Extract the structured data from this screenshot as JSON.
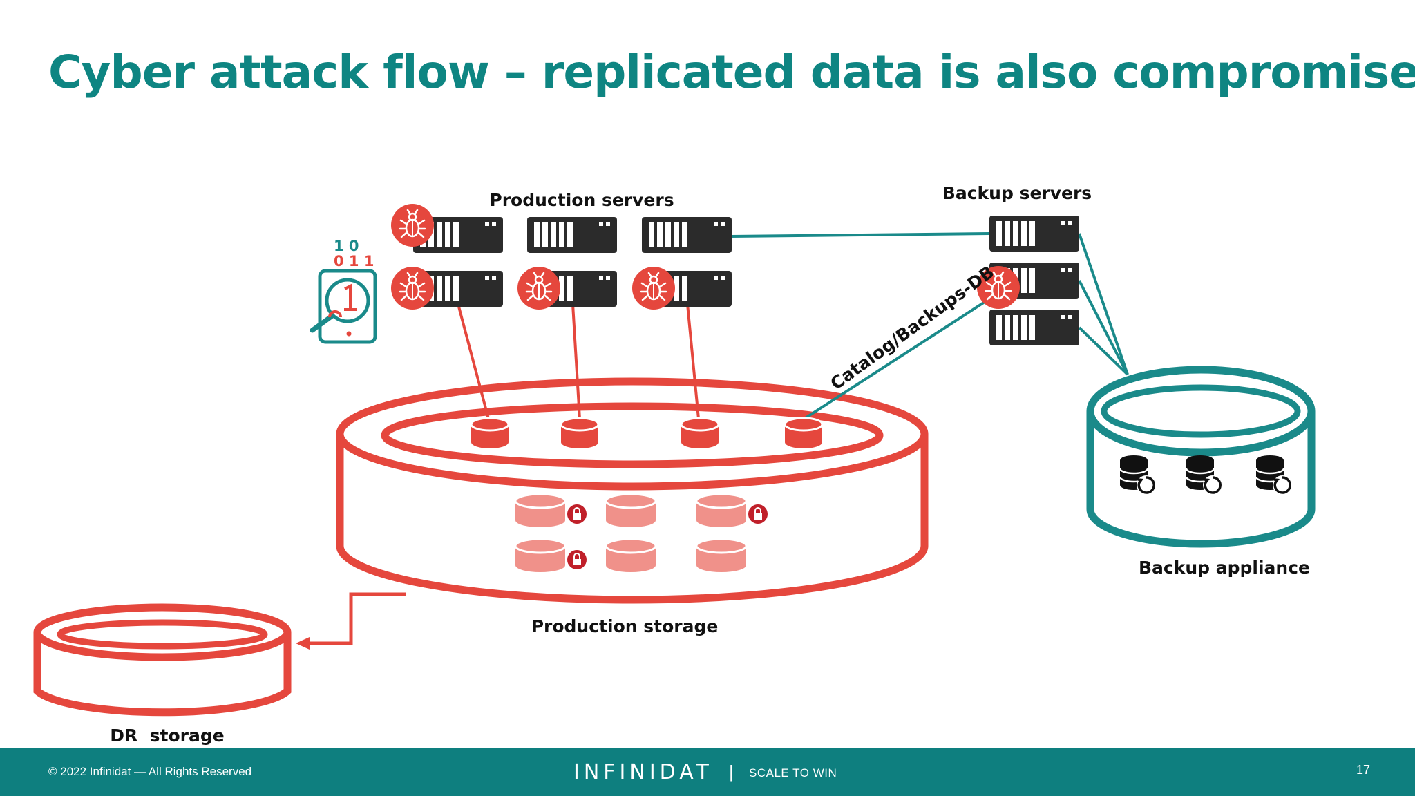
{
  "slide": {
    "title": "Cyber attack flow – replicated data is also compromised",
    "page_number": "17"
  },
  "labels": {
    "production_servers": "Production servers",
    "backup_servers": "Backup servers",
    "catalog_link": "Catalog/Backups-DB",
    "production_storage": "Production storage",
    "backup_appliance": "Backup appliance",
    "dr_storage": "DR  storage"
  },
  "ransomware_icon": {
    "binary_top": "1 0",
    "binary_bottom": "0 1 1"
  },
  "footer": {
    "copyright": "© 2022 Infinidat — All Rights Reserved",
    "brand": "INFINIDAT",
    "separator": "|",
    "tagline": "SCALE TO WIN"
  },
  "colors": {
    "title": "#0e8582",
    "compromised": "#e5473d",
    "backup": "#1a8a8a",
    "server": "#2b2b2b",
    "locked_volume": "#f0918a",
    "footer_bg": "#0e7f7f"
  },
  "icons": [
    "bug-icon",
    "server-icon",
    "database-restore-icon",
    "padlock-icon",
    "ransomware-tablet-icon",
    "arrow-icon"
  ]
}
